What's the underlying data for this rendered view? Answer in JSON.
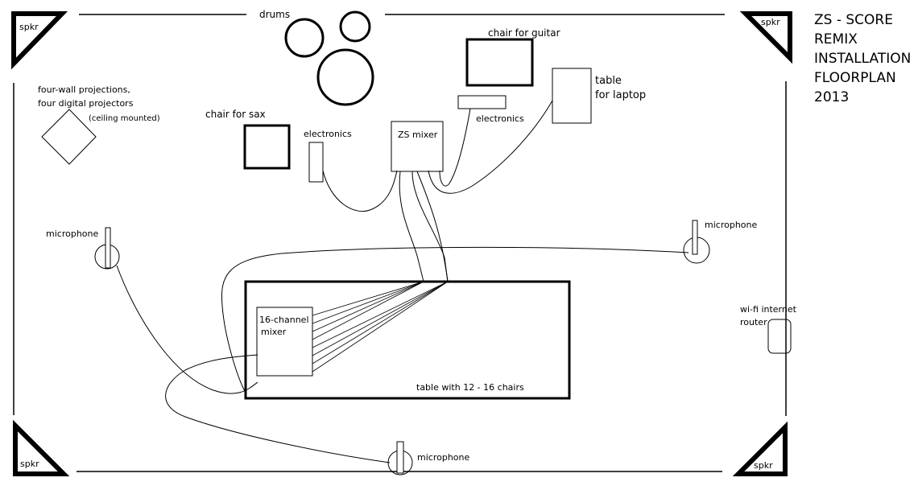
{
  "title": {
    "lines": [
      "ZS - SCORE",
      "REMIX",
      "INSTALLATION",
      "FLOORPLAN",
      "2013"
    ]
  },
  "labels": {
    "speaker": "spkr",
    "drums": "drums",
    "chair_guitar": "chair for guitar",
    "table_laptop_line1": "table",
    "table_laptop_line2": "for laptop",
    "electronics_guitar": "electronics",
    "projections_line1": "four-wall projections,",
    "projections_line2": "four digital projectors",
    "ceiling": "(ceiling mounted)",
    "chair_sax": "chair for sax",
    "electronics_sax": "electronics",
    "zs_mixer": "ZS mixer",
    "microphone": "microphone",
    "mixer16_line1": "16-channel",
    "mixer16_line2": "mixer",
    "table_chairs": "table with 12 - 16 chairs",
    "router_line1": "wi-fi internet",
    "router_line2": "router"
  }
}
